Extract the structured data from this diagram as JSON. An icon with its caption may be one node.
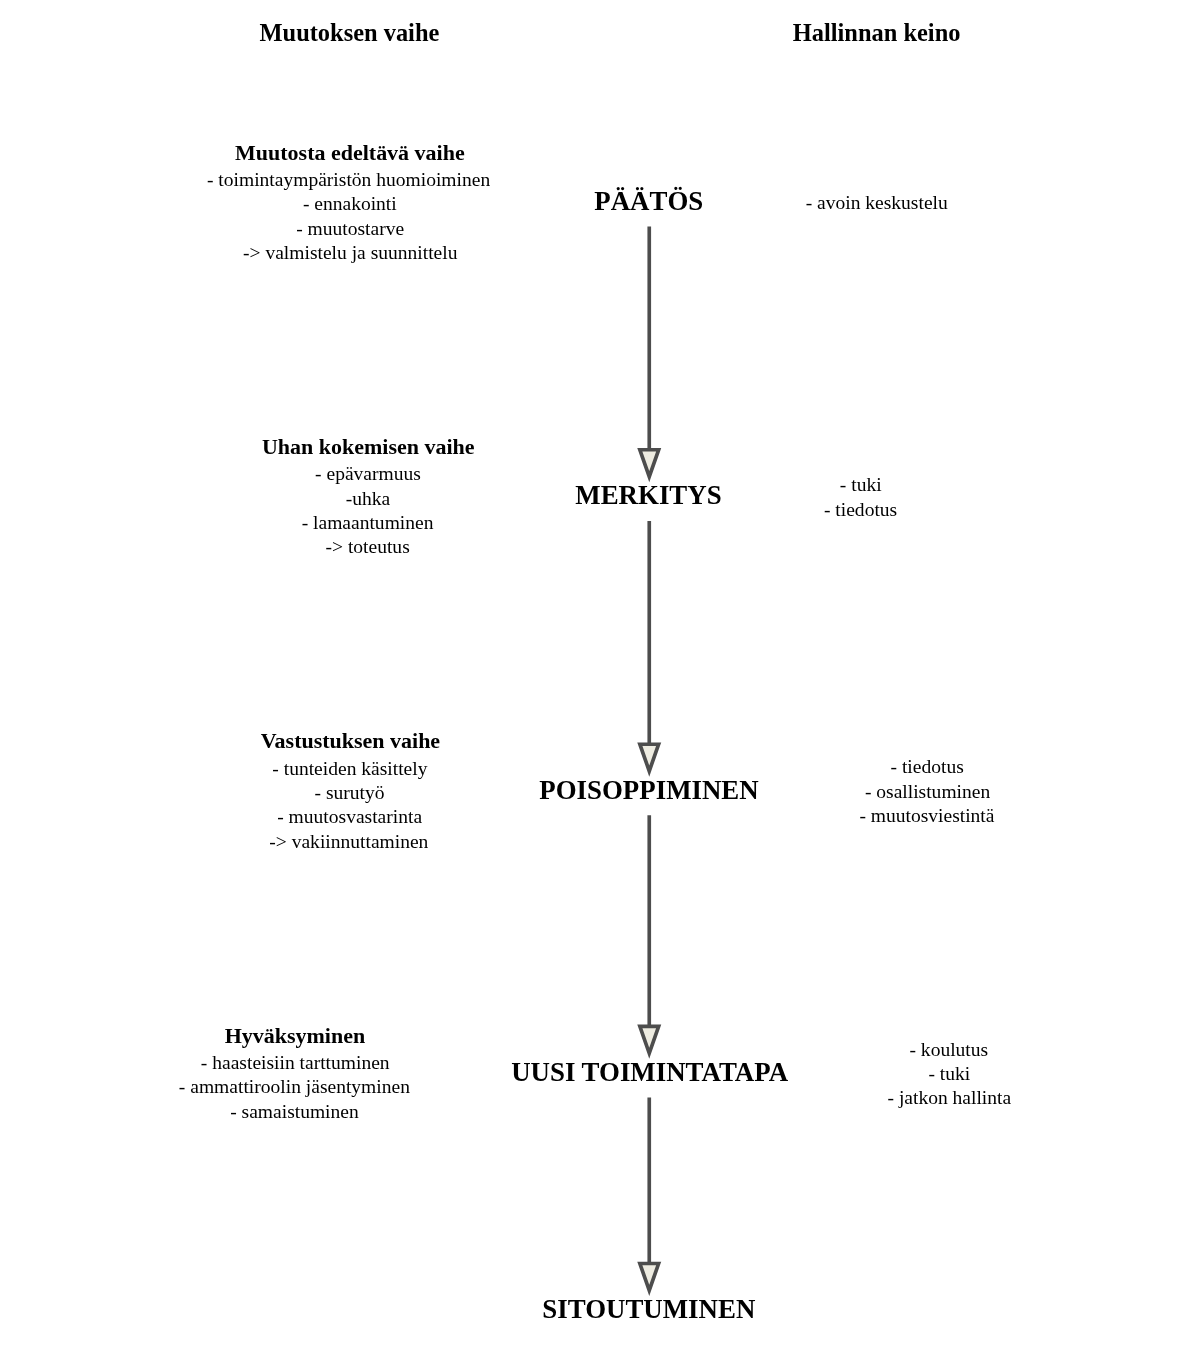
{
  "diagram": {
    "nodes": [
      {
        "text": [
          "PÄÄTÖS"
        ]
      },
      {
        "text": [
          "MERKITYS"
        ]
      },
      {
        "text": [
          "POISOPPIMINEN"
        ]
      },
      {
        "text": [
          "UUSI TOIMINTATAPA"
        ]
      },
      {
        "text": [
          "SITOUTUMINEN"
        ]
      }
    ],
    "edges": [
      {
        "from": 0,
        "to": 1,
        "arrow": "to"
      },
      {
        "from": 1,
        "to": 2,
        "arrow": "to"
      },
      {
        "from": 2,
        "to": 3,
        "arrow": "to"
      },
      {
        "from": 3,
        "to": 4,
        "arrow": "to"
      }
    ],
    "labels": [
      "Muutoksen vaihe",
      "Hallinnan keino",
      "Muutosta edeltävä vaihe",
      "- toimintaympäristön huomioiminen",
      "- ennakointi",
      "- muutostarve",
      "-> valmistelu ja suunnittelu",
      "- avoin keskustelu",
      "Uhan kokemisen vaihe",
      "- epävarmuus",
      "-uhka",
      "- lamaantuminen",
      "-> toteutus",
      "- tuki",
      "- tiedotus",
      "Vastustuksen vaihe",
      "- tunteiden käsittely",
      "- surutyö",
      "- muutosvastarinta",
      "-> vakiinnuttaminen",
      "- tiedotus",
      "- osallistuminen",
      "- muutosviestintä",
      "Hyväksyminen",
      "- haasteisiin tarttuminen",
      "- ammattiroolin jäsentyminen",
      "- samaistuminen",
      "- koulutus",
      "- tuki",
      "- jatkon hallinta"
    ]
  }
}
